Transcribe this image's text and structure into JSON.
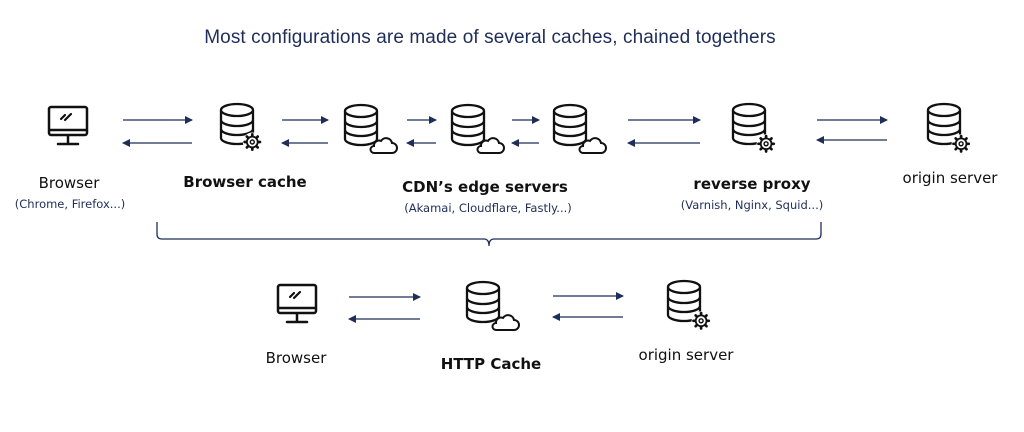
{
  "title": "Most configurations are made of several caches, chained togethers",
  "top_row": {
    "browser": {
      "label": "Browser",
      "sub": "(Chrome, Firefox...)"
    },
    "browser_cache": {
      "label": "Browser cache"
    },
    "cdn": {
      "label": "CDN’s edge servers",
      "sub": "(Akamai, Cloudflare, Fastly...)"
    },
    "reverse_proxy": {
      "label": "reverse proxy",
      "sub": "(Varnish, Nginx, Squid...)"
    },
    "origin": {
      "label": "origin server"
    }
  },
  "bottom_row": {
    "browser": {
      "label": "Browser"
    },
    "http_cache": {
      "label": "HTTP Cache"
    },
    "origin": {
      "label": "origin server"
    }
  },
  "colors": {
    "arrow": "#1f2d5a",
    "icon": "#111111",
    "title": "#1f2d5a"
  }
}
